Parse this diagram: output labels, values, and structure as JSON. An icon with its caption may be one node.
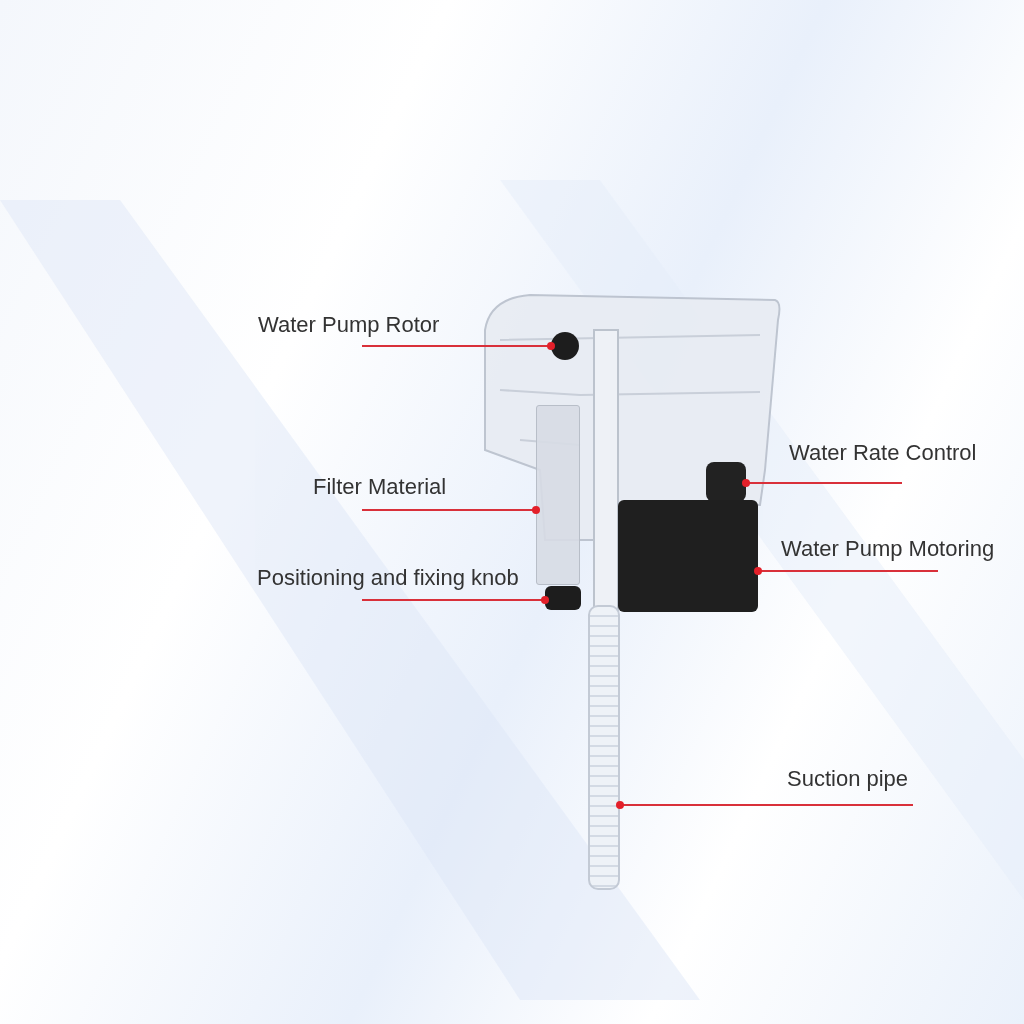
{
  "diagram": {
    "nodes": [
      {
        "text": [
          "Water Pump Rotor"
        ]
      },
      {
        "text": [
          "Filter Material"
        ]
      },
      {
        "text": [
          "Positioning and fixing knob"
        ]
      },
      {
        "text": [
          "Water Rate Control"
        ]
      },
      {
        "text": [
          "Water Pump Motoring"
        ]
      },
      {
        "text": [
          "Suction pipe"
        ]
      },
      {
        "text": [],
        "shape": "circle"
      },
      {
        "text": [],
        "shape": "box"
      },
      {
        "text": [],
        "shape": "box"
      },
      {
        "text": [],
        "shape": "cylinder"
      },
      {
        "text": [],
        "shape": "box"
      },
      {
        "text": [],
        "shape": "bar"
      }
    ],
    "edges": [
      {
        "from": 0,
        "to": 6,
        "arrow": "other"
      },
      {
        "from": 1,
        "to": 7,
        "arrow": "other"
      },
      {
        "from": 2,
        "to": 8,
        "arrow": "other"
      },
      {
        "from": 3,
        "to": 9,
        "arrow": "other"
      },
      {
        "from": 4,
        "to": 10,
        "arrow": "other"
      },
      {
        "from": 5,
        "to": 11,
        "arrow": "other"
      }
    ]
  }
}
